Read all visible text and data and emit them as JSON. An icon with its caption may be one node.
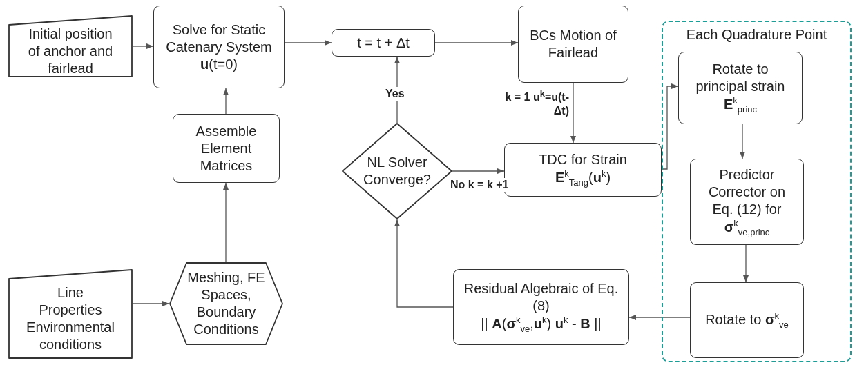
{
  "diagram": {
    "nodes": [
      {
        "text": [
          "Initial position of anchor and fairlead"
        ]
      },
      {
        "text": [
          "Solve for Static Catenary System **u**(t=0)"
        ]
      },
      {
        "text": [
          "t = t + Δt"
        ]
      },
      {
        "text": [
          "BCs Motion of Fairlead"
        ]
      },
      {
        "text": [
          "Each Quadrature Point"
        ]
      },
      {
        "text": [
          "Rotate to principal strain **E**$^{k}$$_{princ}$"
        ],
        "in": 4
      },
      {
        "text": [
          "Predictor Corrector on Eq. (12) for **σ**$^{k}$$_{ve,princ}$"
        ],
        "in": 4
      },
      {
        "text": [
          "Rotate to **σ**$^{k}$$_{ve}$"
        ],
        "in": 4
      },
      {
        "text": [
          "Residual Algebraic of Eq. (8)",
          "|| **A**(**σ**$^{k}$$_{ve}$,**u**$^{k}$) **u**$^{k}$ - **B** ||"
        ]
      },
      {
        "text": [
          "TDC for Strain **E**$^{k}$$_{Tang}$(**u**$^{k}$)"
        ]
      },
      {
        "text": [
          "NL Solver Converge?"
        ]
      },
      {
        "text": [
          "Assemble Element Matrices"
        ]
      },
      {
        "text": [
          "Meshing, FE Spaces, Boundary Conditions"
        ]
      },
      {
        "text": [
          "Line Properties Environmental conditions"
        ]
      }
    ],
    "edges": [
      {
        "from": 0,
        "to": 1,
        "arrow": "to"
      },
      {
        "from": 1,
        "to": 2,
        "arrow": "to"
      },
      {
        "from": 2,
        "to": 3,
        "arrow": "to"
      },
      {
        "from": 3,
        "to": 9,
        "arrow": "to",
        "label": "**k = 1** **u**$^{k}$=**u**(t-Δt)"
      },
      {
        "from": 9,
        "to": 5,
        "arrow": "to"
      },
      {
        "from": 5,
        "to": 6,
        "arrow": "to"
      },
      {
        "from": 6,
        "to": 7,
        "arrow": "to"
      },
      {
        "from": 7,
        "to": 8,
        "arrow": "to"
      },
      {
        "from": 8,
        "to": 10,
        "arrow": "to"
      },
      {
        "from": 10,
        "to": 2,
        "arrow": "to",
        "label": "Yes"
      },
      {
        "from": 10,
        "to": 9,
        "arrow": "to",
        "label": "No k = k +1"
      },
      {
        "from": 13,
        "to": 12,
        "arrow": "to"
      },
      {
        "from": 12,
        "to": 11,
        "arrow": "to"
      },
      {
        "from": 11,
        "to": 1,
        "arrow": "to"
      }
    ]
  }
}
